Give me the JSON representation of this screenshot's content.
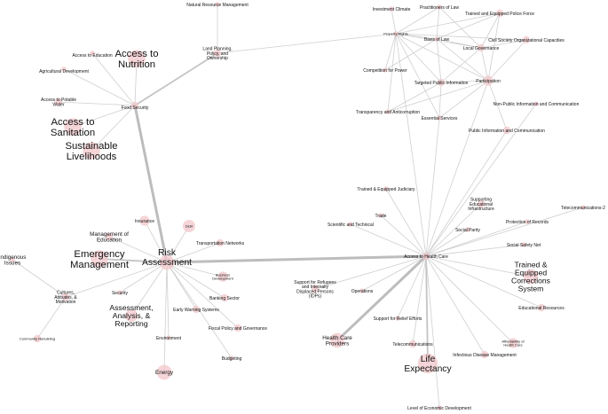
{
  "nodes": [
    {
      "id": "ahc",
      "label": "Access to Health Care",
      "radius": 3
    },
    {
      "id": "ra",
      "label": "Risk\nAssessment",
      "radius": 6
    },
    {
      "id": "fs",
      "label": "Food Security",
      "radius": 3
    },
    {
      "id": "nrm",
      "label": "Natural Resource Management",
      "radius": 2
    },
    {
      "id": "lp",
      "label": "Land Planning,\nPolicy, and\nOwnership",
      "radius": 3
    },
    {
      "id": "aedu",
      "label": "Access to Education",
      "radius": 2
    },
    {
      "id": "an",
      "label": "Access to\nNutrition",
      "radius": 7
    },
    {
      "id": "agdev",
      "label": "Agricultural Development",
      "radius": 2
    },
    {
      "id": "apw",
      "label": "Access to Potable\nWater",
      "radius": 3
    },
    {
      "id": "asan",
      "label": "Access to\nSanitation",
      "radius": 7
    },
    {
      "id": "sl",
      "label": "Sustainable\nLivelihoods",
      "radius": 7
    },
    {
      "id": "ic",
      "label": "Investment Climate",
      "radius": 2
    },
    {
      "id": "pol",
      "label": "Practitioners of Law",
      "radius": 2
    },
    {
      "id": "tepf",
      "label": "Trained and Equipped Police Force",
      "radius": 3
    },
    {
      "id": "pr",
      "label": "Property Rights",
      "radius": 2
    },
    {
      "id": "bol",
      "label": "Basis of Law",
      "radius": 2
    },
    {
      "id": "csoc",
      "label": "Civil Society Organizational Capacities",
      "radius": 3
    },
    {
      "id": "lg",
      "label": "Local Governance",
      "radius": 3
    },
    {
      "id": "cfp",
      "label": "Competition for Power",
      "radius": 2
    },
    {
      "id": "part",
      "label": "Participation",
      "radius": 4
    },
    {
      "id": "tpi",
      "label": "Targeted Public Information",
      "radius": 3
    },
    {
      "id": "npi",
      "label": "Non-Public Information and Communication",
      "radius": 2
    },
    {
      "id": "tac",
      "label": "Transparency and Anticorruption",
      "radius": 2
    },
    {
      "id": "es",
      "label": "Essential Services",
      "radius": 2
    },
    {
      "id": "pic",
      "label": "Public Information and Communication",
      "radius": 3
    },
    {
      "id": "tej",
      "label": "Trained & Equipped Judiciary",
      "radius": 2
    },
    {
      "id": "sei",
      "label": "Supporting\nEducational\nInfrastructure",
      "radius": 3
    },
    {
      "id": "trade",
      "label": "Trade",
      "radius": 2
    },
    {
      "id": "sat",
      "label": "Scientific and Technical",
      "radius": 2
    },
    {
      "id": "spr",
      "label": "Protection of Records",
      "radius": 2
    },
    {
      "id": "tel2",
      "label": "Telecommunications-2",
      "radius": 2
    },
    {
      "id": "sp",
      "label": "Social Parity",
      "radius": 2
    },
    {
      "id": "ssn",
      "label": "Social Safety Net",
      "radius": 2
    },
    {
      "id": "tecs",
      "label": "Trained &\nEquipped\nCorrections\nSystem",
      "radius": 6
    },
    {
      "id": "erc",
      "label": "Educational Resources",
      "radius": 3
    },
    {
      "id": "sri",
      "label": "Support for Refugees\nand Internally\nDisplaced Persons\n(IDPs)",
      "radius": 3
    },
    {
      "id": "ops",
      "label": "Operations",
      "radius": 2
    },
    {
      "id": "sre",
      "label": "Support for Relief Efforts",
      "radius": 2
    },
    {
      "id": "hcp",
      "label": "Health Care\nProviders",
      "radius": 6
    },
    {
      "id": "tel",
      "label": "Telecommunications",
      "radius": 3
    },
    {
      "id": "le",
      "label": "Life\nExpectancy",
      "radius": 8
    },
    {
      "id": "aohc",
      "label": "Affordability of\nHealth Care",
      "radius": 4
    },
    {
      "id": "idm",
      "label": "Infectious Disease Management",
      "radius": 3
    },
    {
      "id": "led",
      "label": "Level of Economic Development",
      "radius": 2
    },
    {
      "id": "ins",
      "label": "Insurance",
      "radius": 4
    },
    {
      "id": "debt",
      "label": "Debt",
      "radius": 5
    },
    {
      "id": "moe",
      "label": "Management of\nEducation",
      "radius": 3
    },
    {
      "id": "tn",
      "label": "Transportation Networks",
      "radius": 3
    },
    {
      "id": "em",
      "label": "Emergency\nManagement",
      "radius": 7
    },
    {
      "id": "bd",
      "label": "Business\nDevelopment",
      "radius": 4
    },
    {
      "id": "ii",
      "label": "Indigenous\nIssues",
      "radius": 2
    },
    {
      "id": "sec",
      "label": "Security",
      "radius": 2
    },
    {
      "id": "bs",
      "label": "Banking Sector",
      "radius": 3
    },
    {
      "id": "cam",
      "label": "Cultures,\nAttitudes, &\nMotivation",
      "radius": 3
    },
    {
      "id": "aar",
      "label": "Assessment,\nAnalysis, &\nReporting",
      "radius": 5
    },
    {
      "id": "ews",
      "label": "Early Warning Systems",
      "radius": 3
    },
    {
      "id": "fpg",
      "label": "Fiscal Policy and Governance",
      "radius": 3
    },
    {
      "id": "env",
      "label": "Environment",
      "radius": 2
    },
    {
      "id": "cr",
      "label": "Community Rebuilding",
      "radius": 3
    },
    {
      "id": "bud",
      "label": "Budgeting",
      "radius": 2
    },
    {
      "id": "energy",
      "label": "Energy",
      "radius": 6
    }
  ],
  "edges": [
    [
      "ra",
      "ahc",
      "heavy"
    ],
    [
      "ra",
      "fs",
      "heavy"
    ],
    [
      "ahc",
      "hcp",
      "heavy"
    ],
    [
      "ahc",
      "le",
      "mid"
    ],
    [
      "fs",
      "lp",
      "mid"
    ],
    [
      "fs",
      "aedu",
      ""
    ],
    [
      "fs",
      "an",
      ""
    ],
    [
      "fs",
      "agdev",
      ""
    ],
    [
      "fs",
      "apw",
      ""
    ],
    [
      "fs",
      "asan",
      ""
    ],
    [
      "fs",
      "sl",
      ""
    ],
    [
      "lp",
      "nrm",
      ""
    ],
    [
      "lp",
      "pr",
      ""
    ],
    [
      "pr",
      "ic",
      ""
    ],
    [
      "pr",
      "pol",
      ""
    ],
    [
      "pr",
      "tepf",
      ""
    ],
    [
      "pr",
      "bol",
      ""
    ],
    [
      "pr",
      "csoc",
      ""
    ],
    [
      "pr",
      "lg",
      ""
    ],
    [
      "pr",
      "cfp",
      ""
    ],
    [
      "pr",
      "part",
      ""
    ],
    [
      "pr",
      "tpi",
      ""
    ],
    [
      "pr",
      "tac",
      ""
    ],
    [
      "pr",
      "es",
      ""
    ],
    [
      "pr",
      "ahc",
      ""
    ],
    [
      "bol",
      "lg",
      ""
    ],
    [
      "bol",
      "part",
      ""
    ],
    [
      "bol",
      "tpi",
      ""
    ],
    [
      "bol",
      "cfp",
      ""
    ],
    [
      "bol",
      "pol",
      ""
    ],
    [
      "bol",
      "tepf",
      ""
    ],
    [
      "lg",
      "csoc",
      ""
    ],
    [
      "lg",
      "part",
      ""
    ],
    [
      "lg",
      "tpi",
      ""
    ],
    [
      "lg",
      "tepf",
      ""
    ],
    [
      "lg",
      "pol",
      ""
    ],
    [
      "part",
      "tpi",
      ""
    ],
    [
      "part",
      "es",
      ""
    ],
    [
      "part",
      "pic",
      ""
    ],
    [
      "part",
      "tac",
      ""
    ],
    [
      "part",
      "csoc",
      ""
    ],
    [
      "part",
      "tepf",
      ""
    ],
    [
      "part",
      "ahc",
      ""
    ],
    [
      "es",
      "ahc",
      ""
    ],
    [
      "npi",
      "ahc",
      ""
    ],
    [
      "pic",
      "ahc",
      ""
    ],
    [
      "tac",
      "tpi",
      ""
    ],
    [
      "tpi",
      "es",
      ""
    ],
    [
      "tej",
      "ahc",
      ""
    ],
    [
      "sei",
      "ahc",
      ""
    ],
    [
      "trade",
      "ahc",
      ""
    ],
    [
      "sat",
      "ahc",
      ""
    ],
    [
      "spr",
      "ahc",
      ""
    ],
    [
      "tel2",
      "ahc",
      ""
    ],
    [
      "sp",
      "ahc",
      ""
    ],
    [
      "ssn",
      "ahc",
      ""
    ],
    [
      "tecs",
      "ahc",
      ""
    ],
    [
      "erc",
      "ahc",
      ""
    ],
    [
      "sri",
      "ahc",
      ""
    ],
    [
      "ops",
      "ahc",
      ""
    ],
    [
      "sre",
      "ahc",
      ""
    ],
    [
      "tel",
      "ahc",
      ""
    ],
    [
      "aohc",
      "ahc",
      ""
    ],
    [
      "idm",
      "ahc",
      ""
    ],
    [
      "led",
      "ahc",
      ""
    ],
    [
      "ra",
      "ins",
      ""
    ],
    [
      "ra",
      "debt",
      ""
    ],
    [
      "ra",
      "moe",
      ""
    ],
    [
      "ra",
      "tn",
      ""
    ],
    [
      "ra",
      "em",
      "mid"
    ],
    [
      "ra",
      "bd",
      ""
    ],
    [
      "ra",
      "sec",
      ""
    ],
    [
      "ra",
      "bs",
      ""
    ],
    [
      "ra",
      "cam",
      ""
    ],
    [
      "ra",
      "aar",
      ""
    ],
    [
      "ra",
      "ews",
      ""
    ],
    [
      "ra",
      "fpg",
      ""
    ],
    [
      "ra",
      "env",
      ""
    ],
    [
      "ra",
      "bud",
      ""
    ],
    [
      "ra",
      "energy",
      ""
    ],
    [
      "cam",
      "ii",
      ""
    ],
    [
      "cam",
      "cr",
      ""
    ]
  ]
}
